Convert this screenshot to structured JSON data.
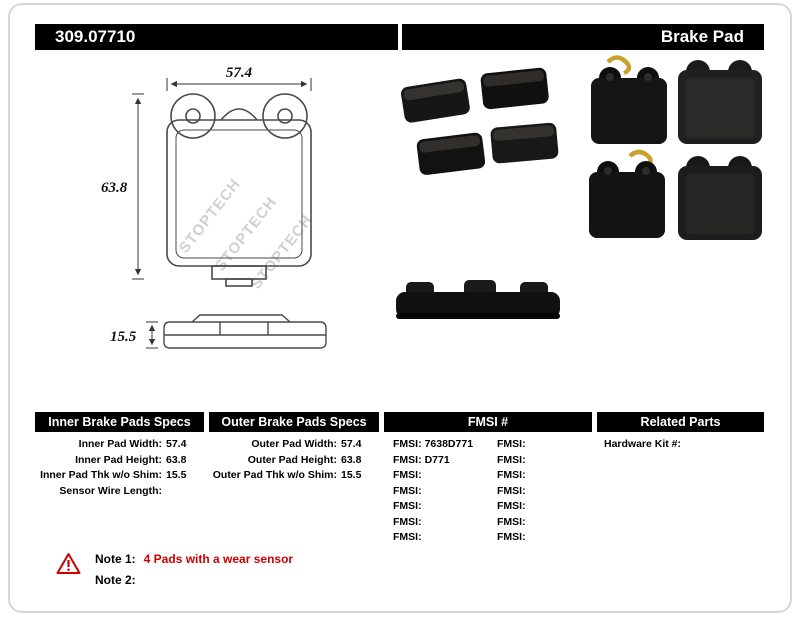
{
  "header": {
    "part_number": "309.07710",
    "product_type": "Brake Pad"
  },
  "drawing": {
    "width_dim": "57.4",
    "height_dim": "63.8",
    "thickness_dim": "15.5",
    "watermark": "STOPTECH"
  },
  "specs": {
    "inner": {
      "header": "Inner Brake Pads Specs",
      "rows": [
        {
          "label": "Inner Pad Width:",
          "value": "57.4"
        },
        {
          "label": "Inner Pad Height:",
          "value": "63.8"
        },
        {
          "label": "Inner Pad Thk w/o Shim:",
          "value": "15.5"
        },
        {
          "label": "Sensor Wire Length:",
          "value": ""
        }
      ]
    },
    "outer": {
      "header": "Outer Brake Pads Specs",
      "rows": [
        {
          "label": "Outer Pad Width:",
          "value": "57.4"
        },
        {
          "label": "Outer Pad Height:",
          "value": "63.8"
        },
        {
          "label": "Outer Pad Thk w/o Shim:",
          "value": "15.5"
        }
      ]
    },
    "fmsi": {
      "header": "FMSI #",
      "label": "FMSI:",
      "left_values": [
        "7638D771",
        "D771",
        "",
        "",
        "",
        "",
        ""
      ],
      "right_values": [
        "",
        "",
        "",
        "",
        "",
        "",
        ""
      ]
    },
    "related": {
      "header": "Related Parts",
      "rows": [
        {
          "label": "Hardware Kit #:",
          "value": ""
        }
      ]
    }
  },
  "notes": {
    "note1_label": "Note 1:",
    "note1_text": "4 Pads with a wear sensor",
    "note2_label": "Note 2:",
    "note2_text": ""
  }
}
